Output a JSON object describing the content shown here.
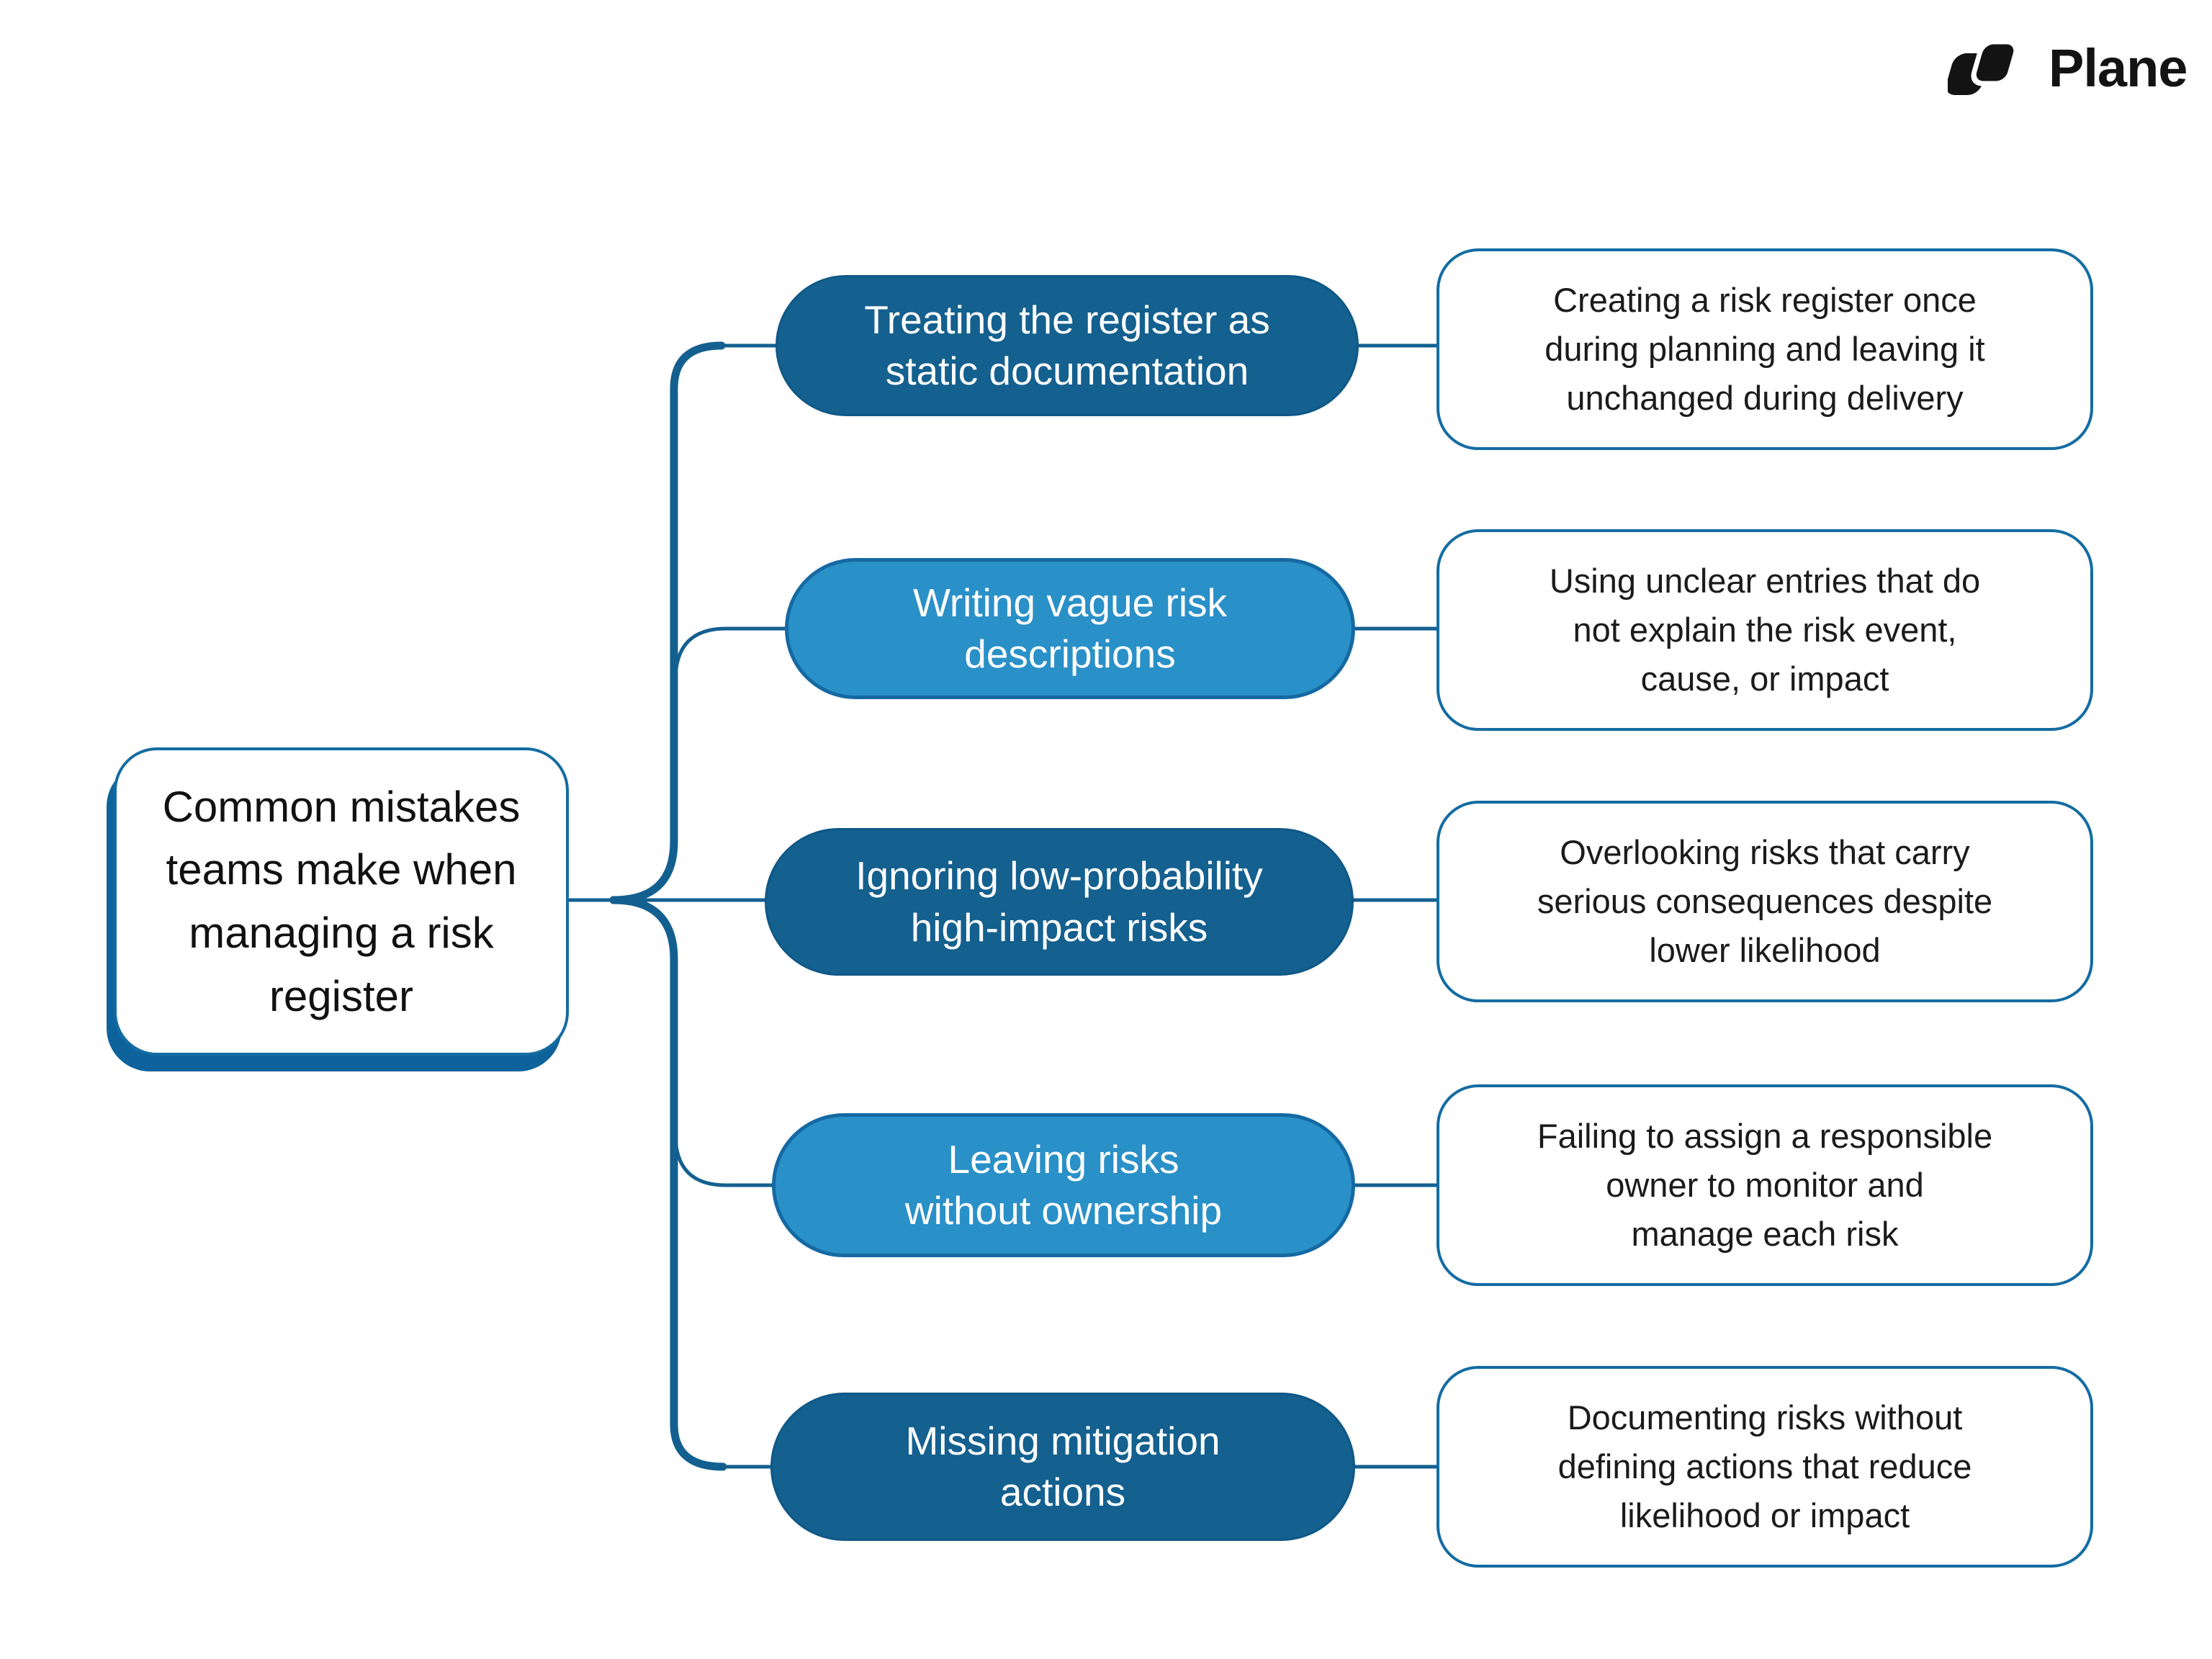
{
  "logo": {
    "brand": "Plane"
  },
  "root": {
    "label": "Common mistakes\nteams make when\nmanaging a risk\nregister"
  },
  "branches": [
    {
      "label": "Treating the register as\nstatic documentation",
      "description": "Creating a risk register once\nduring planning and leaving it\nunchanged during delivery",
      "emphasis": "dark"
    },
    {
      "label": "Writing vague risk\ndescriptions",
      "description": "Using unclear entries that do\nnot explain the risk event,\ncause, or impact",
      "emphasis": "light"
    },
    {
      "label": "Ignoring low-probability\nhigh-impact risks",
      "description": "Overlooking risks that carry\nserious consequences despite\nlower likelihood",
      "emphasis": "dark"
    },
    {
      "label": "Leaving risks\nwithout ownership",
      "description": "Failing to assign a responsible\nowner to monitor and\nmanage each risk",
      "emphasis": "light"
    },
    {
      "label": "Missing mitigation\nactions",
      "description": "Documenting risks without\ndefining actions that reduce\nlikelihood or impact",
      "emphasis": "dark"
    }
  ],
  "colors": {
    "dark_pill": "#14608F",
    "light_pill": "#2A90C8",
    "light_pill_border": "#1569A3",
    "connector": "#136090",
    "outline": "#146CA2",
    "root_shadow": "#0E639C",
    "logo_black": "#131313"
  }
}
